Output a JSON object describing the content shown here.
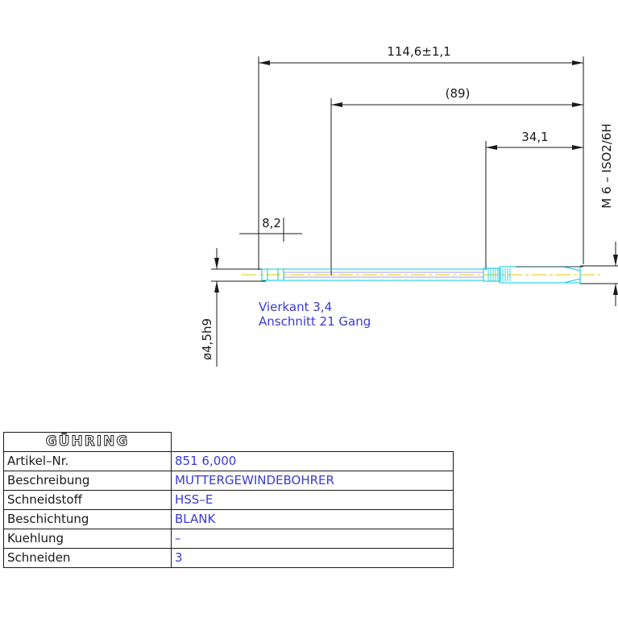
{
  "drawing": {
    "dims": {
      "overall": "114,6±1,1",
      "shank": "(89)",
      "thread": "34,1",
      "square": "8,2",
      "diameter": "ø4,5h9",
      "thread_spec": "M 6  –  ISO2/6H"
    },
    "notes": {
      "square_note": "Vierkant 3,4",
      "chamfer_note": "Anschnitt 21 Gang"
    },
    "colors": {
      "line": "#1a1a1a",
      "outline": "#00c8e6",
      "centerline": "#e6c800",
      "note": "#3a3ad8"
    }
  },
  "table": {
    "brand": "GÜHRING",
    "rows": [
      {
        "label": "Artikel–Nr.",
        "value": "851 6,000"
      },
      {
        "label": "Beschreibung",
        "value": "MUTTERGEWINDEBOHRER"
      },
      {
        "label": "Schneidstoff",
        "value": "HSS–E"
      },
      {
        "label": "Beschichtung",
        "value": "BLANK"
      },
      {
        "label": "Kuehlung",
        "value": "–"
      },
      {
        "label": "Schneiden",
        "value": "3"
      }
    ]
  }
}
